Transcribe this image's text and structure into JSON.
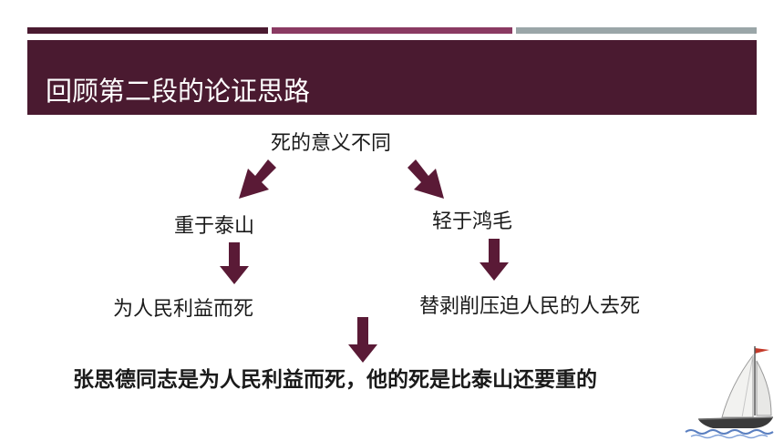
{
  "slide": {
    "title": "回顾第二段的论证思路",
    "root": "死的意义不同",
    "left_branch": "重于泰山",
    "right_branch": "轻于鸿毛",
    "left_leaf": "为人民利益而死",
    "right_leaf": "替剥削压迫人民的人去死",
    "conclusion": "张思德同志是为人民利益而死，他的死是比泰山还要重的"
  },
  "colors": {
    "title_band": "#4a1a30",
    "arrow": "#5a1a36",
    "accent_bar_1": "#4a1a30",
    "accent_bar_2": "#8a3a62",
    "accent_bar_3": "#9aa6a8"
  },
  "icons": [
    "sailboat-icon"
  ]
}
